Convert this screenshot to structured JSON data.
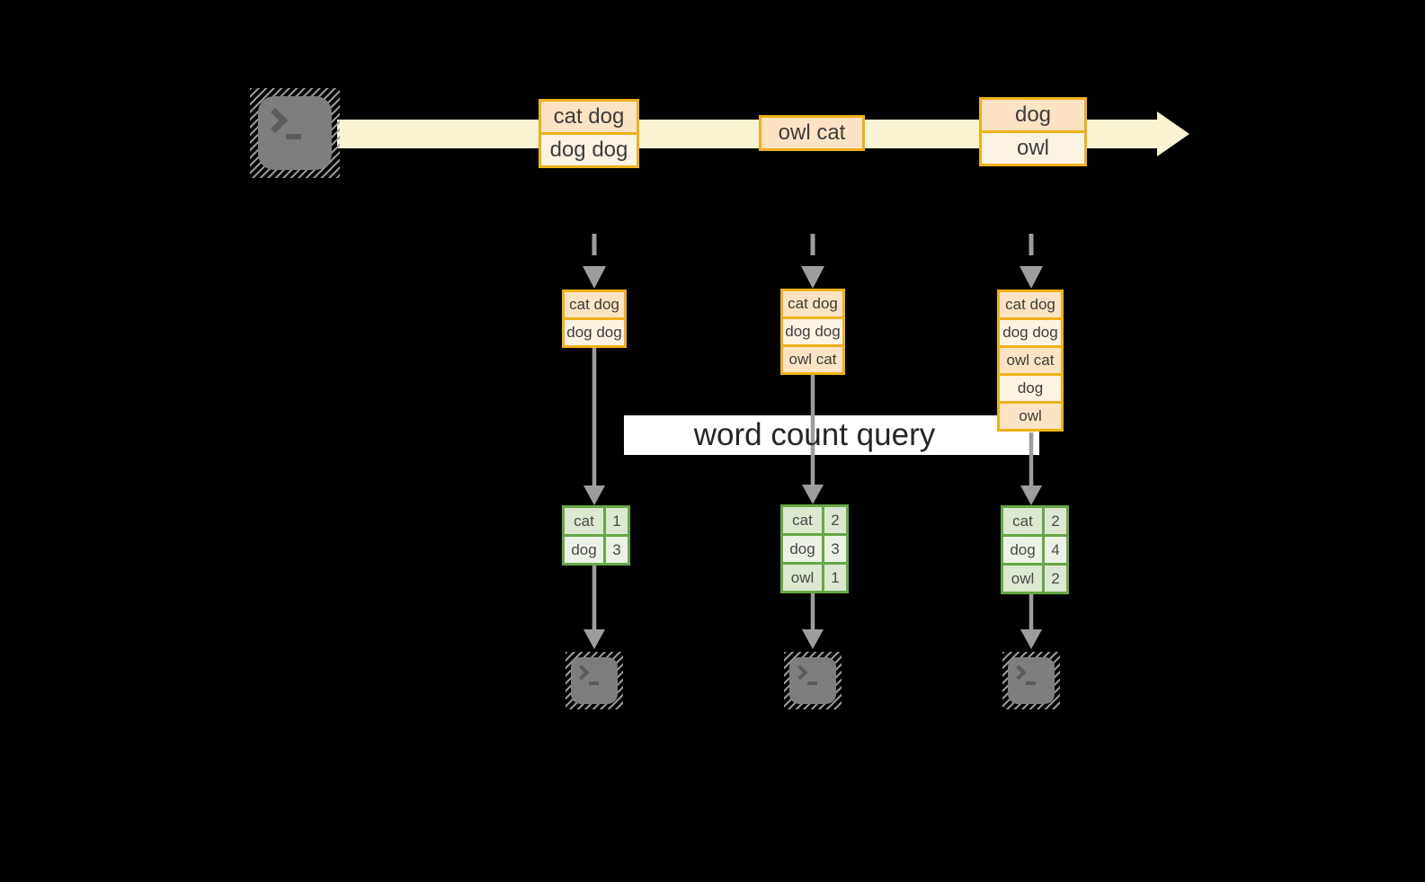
{
  "query": {
    "label": "word count query"
  },
  "timeline": {
    "events": [
      {
        "rows": [
          "cat dog",
          "dog dog"
        ]
      },
      {
        "rows": [
          "owl cat"
        ]
      },
      {
        "rows": [
          "dog",
          "owl"
        ]
      }
    ]
  },
  "states": [
    {
      "rows": [
        "cat dog",
        "dog dog"
      ]
    },
    {
      "rows": [
        "cat dog",
        "dog dog",
        "owl cat"
      ]
    },
    {
      "rows": [
        "cat dog",
        "dog dog",
        "owl cat",
        "dog",
        "owl"
      ]
    }
  ],
  "tables": [
    {
      "rows": [
        {
          "word": "cat",
          "count": "1"
        },
        {
          "word": "dog",
          "count": "3"
        }
      ]
    },
    {
      "rows": [
        {
          "word": "cat",
          "count": "2"
        },
        {
          "word": "dog",
          "count": "3"
        },
        {
          "word": "owl",
          "count": "1"
        }
      ]
    },
    {
      "rows": [
        {
          "word": "cat",
          "count": "2"
        },
        {
          "word": "dog",
          "count": "4"
        },
        {
          "word": "owl",
          "count": "2"
        }
      ]
    }
  ],
  "icons": {
    "source": "terminal-icon",
    "sinks": [
      "terminal-icon",
      "terminal-icon",
      "terminal-icon"
    ]
  },
  "colors": {
    "background": "#000000",
    "stream_band": "#faf3d3",
    "orange_border": "#efb118",
    "row_peach": "#fbe3c3",
    "row_cream": "#fdf3e3",
    "green_border": "#68a747",
    "green_row": "#dce8d0",
    "green_row_light": "#edf2e7",
    "arrow_gray": "#9d9d9d",
    "terminal_gray": "#7e7e7e",
    "label_bg": "#ffffff"
  }
}
